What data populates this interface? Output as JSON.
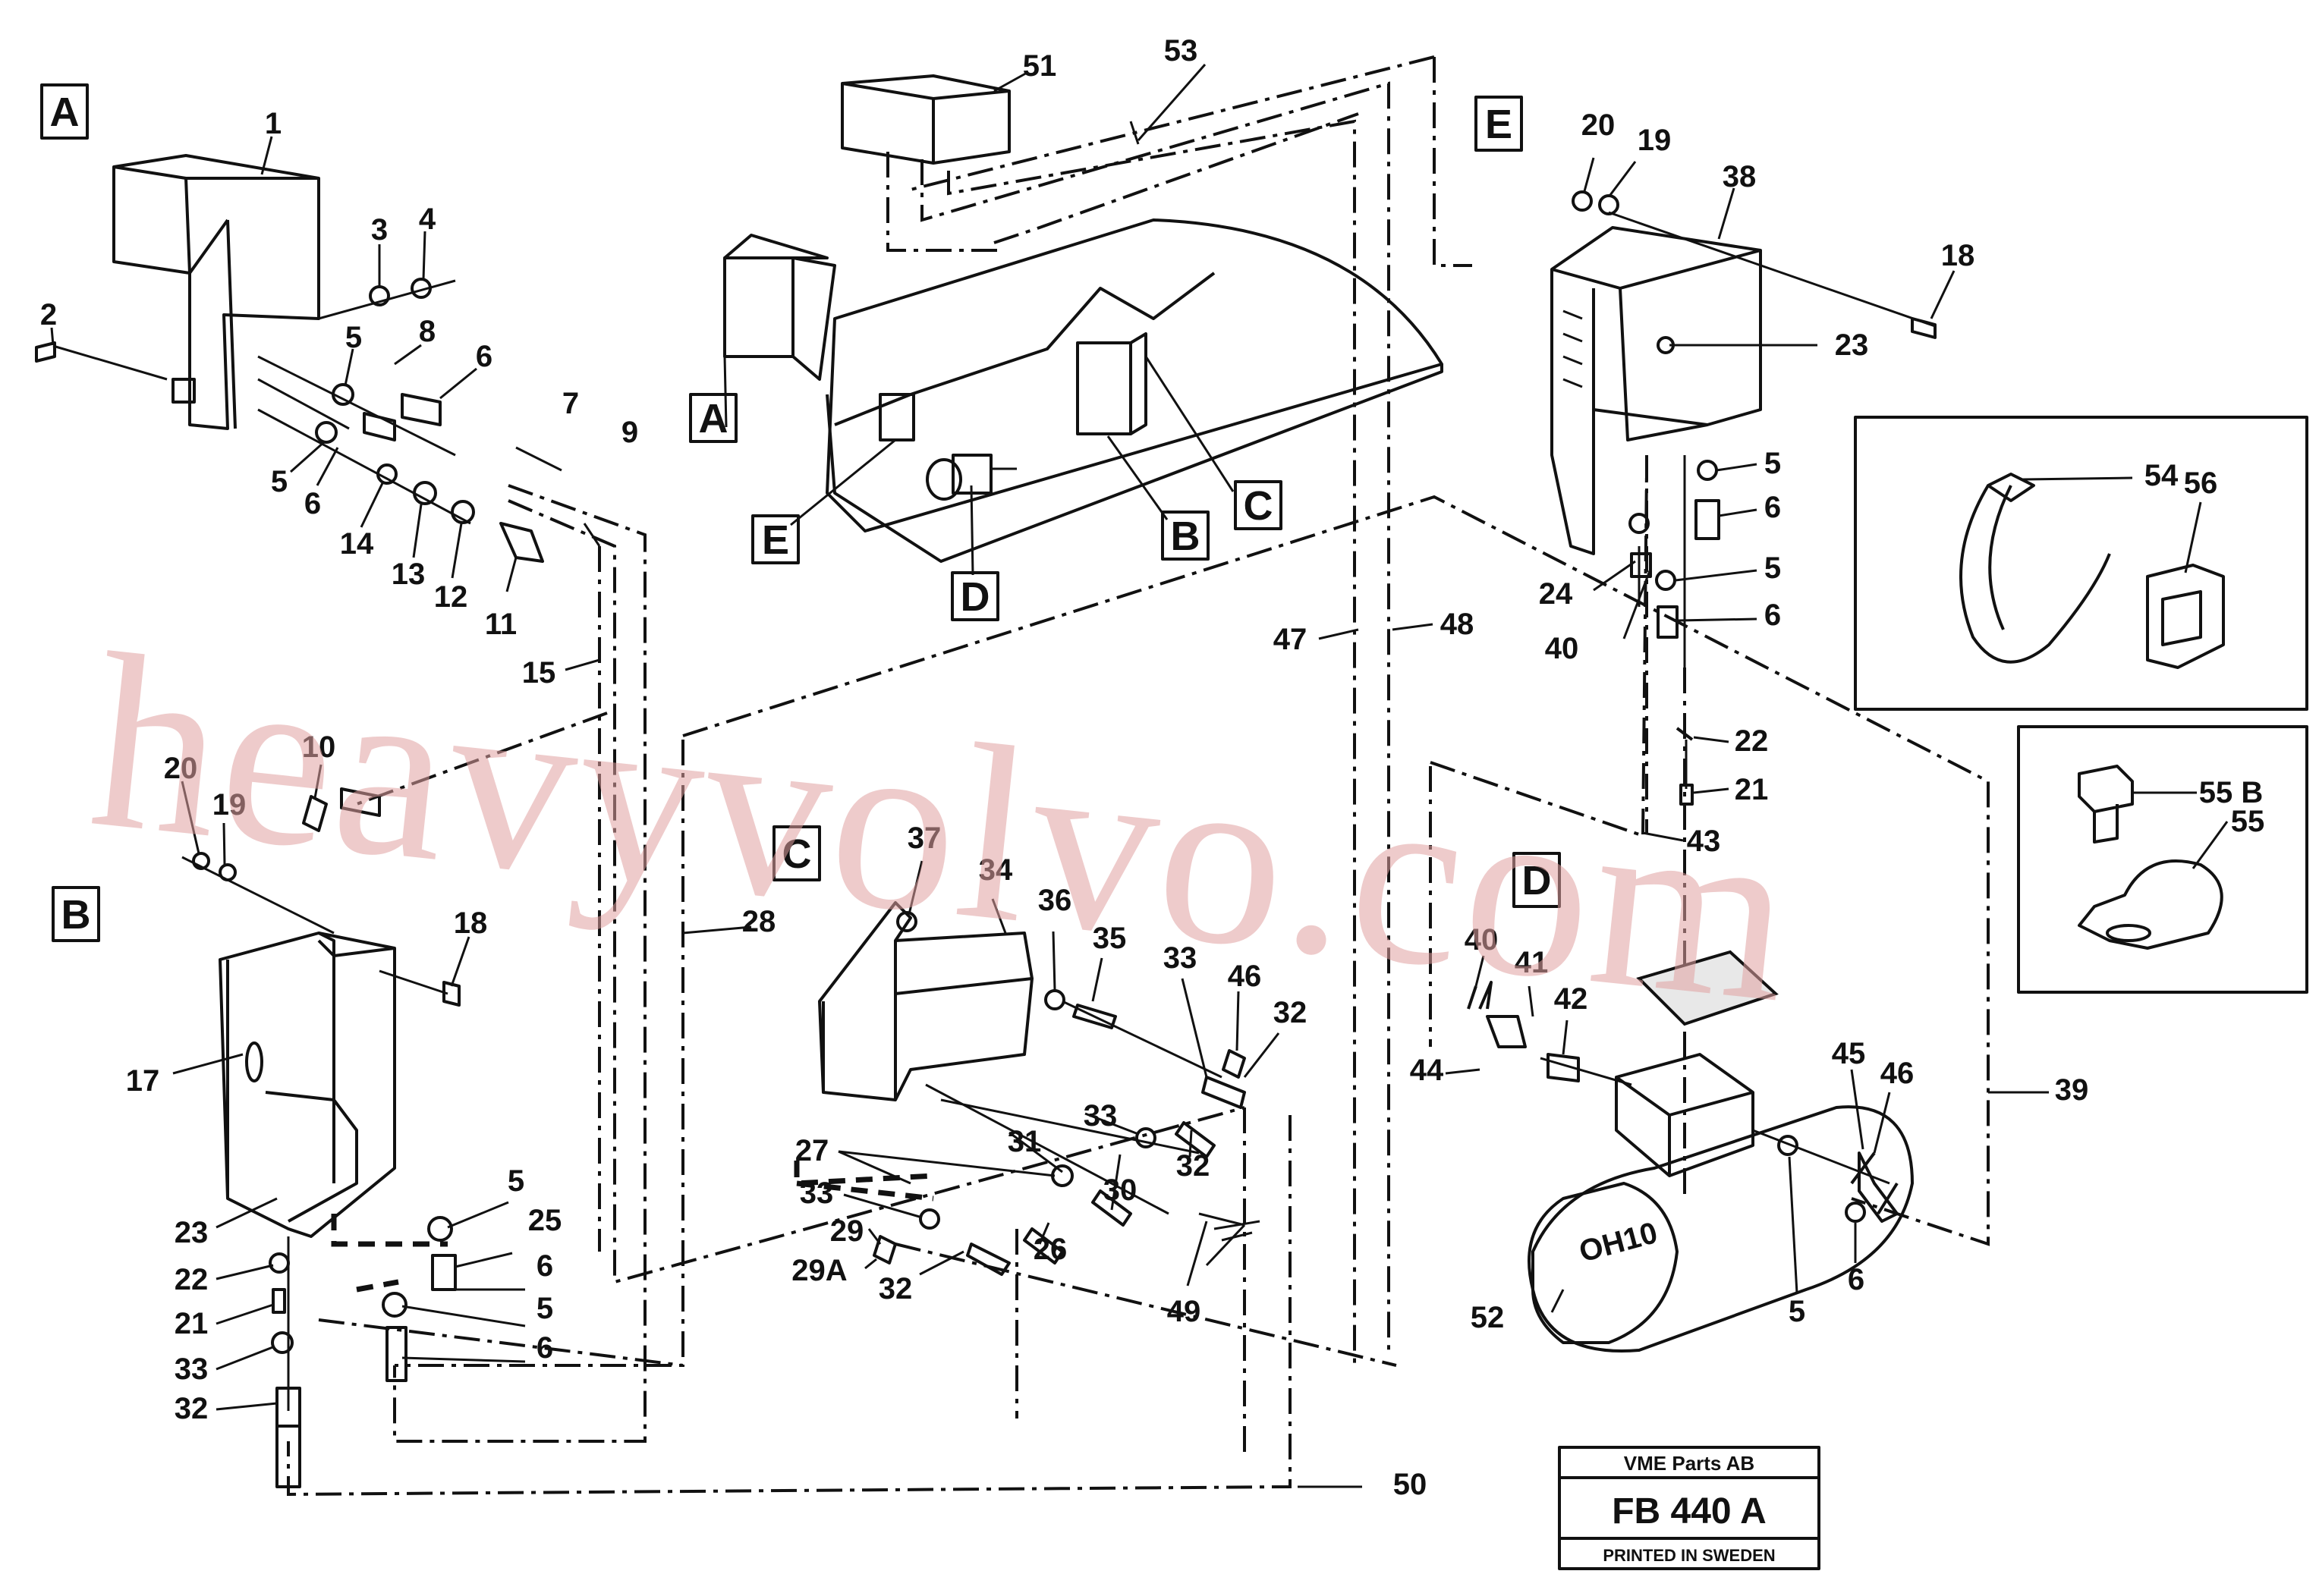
{
  "view_tags": [
    "A",
    "E",
    "B",
    "C",
    "D"
  ],
  "main_tags": [
    "A",
    "E",
    "D",
    "B",
    "C"
  ],
  "part_numbers": {
    "p1": "1",
    "p2": "2",
    "p3": "3",
    "p4": "4",
    "p5": "5",
    "p6": "6",
    "p7": "7",
    "p8": "8",
    "p9": "9",
    "p10": "10",
    "p11": "11",
    "p12": "12",
    "p13": "13",
    "p14": "14",
    "p15": "15",
    "p17": "17",
    "p18": "18",
    "p19": "19",
    "p20": "20",
    "p21": "21",
    "p22": "22",
    "p23": "23",
    "p24": "24",
    "p25": "25",
    "p26": "26",
    "p27": "27",
    "p28": "28",
    "p29": "29",
    "p29a": "29A",
    "p30": "30",
    "p31": "31",
    "p32": "32",
    "p33": "33",
    "p34": "34",
    "p35": "35",
    "p36": "36",
    "p37": "37",
    "p38": "38",
    "p39": "39",
    "p40": "40",
    "p41": "41",
    "p42": "42",
    "p43": "43",
    "p44": "44",
    "p45": "45",
    "p46": "46",
    "p47": "47",
    "p48": "48",
    "p49": "49",
    "p50": "50",
    "p51": "51",
    "p52": "52",
    "p53": "53",
    "p54": "54",
    "p55": "55",
    "p55b": "55 B",
    "p56": "56"
  },
  "motor_marking": "OH10",
  "watermark": "heavyvolvo.com",
  "title_block": {
    "company": "VME Parts AB",
    "drawing_no": "FB 440 A",
    "footer": "PRINTED IN SWEDEN"
  }
}
